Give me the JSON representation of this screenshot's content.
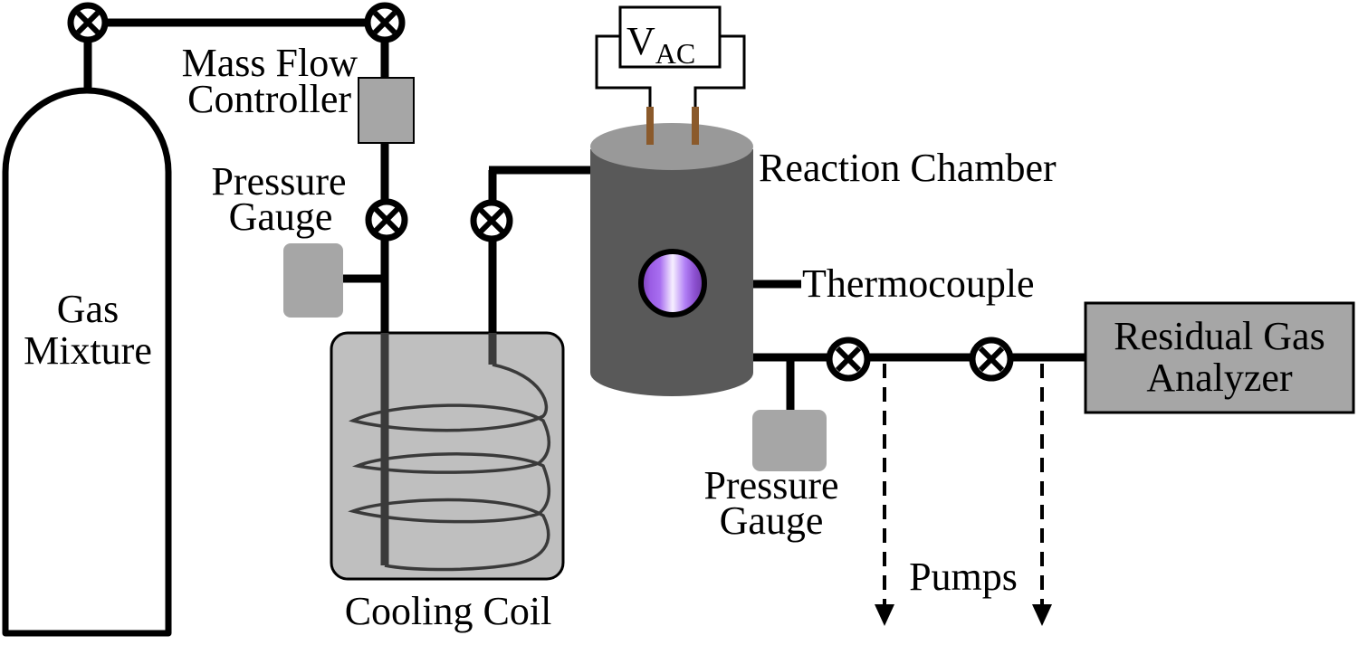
{
  "diagram": {
    "type": "experimental-apparatus-schematic",
    "colors": {
      "pipe": "#000000",
      "component_gray": "#a6a6a6",
      "chamber_body": "#595959",
      "chamber_top": "#999999",
      "coil_bath": "#bfbfbf",
      "coil_tube": "#3a3a3a",
      "electrode": "#8b5a2b",
      "viewport_plasma": "#9b59e6"
    },
    "components": {
      "gas_cylinder": {
        "label_line1": "Gas",
        "label_line2": "Mixture"
      },
      "mass_flow_controller": {
        "label_line1": "Mass Flow",
        "label_line2": "Controller"
      },
      "pressure_gauge_inlet": {
        "label_line1": "Pressure",
        "label_line2": "Gauge"
      },
      "cooling_coil": {
        "label": "Cooling Coil"
      },
      "power_supply": {
        "label_main": "V",
        "label_sub": "AC"
      },
      "reaction_chamber": {
        "label": "Reaction Chamber"
      },
      "thermocouple": {
        "label": "Thermocouple"
      },
      "pressure_gauge_outlet": {
        "label_line1": "Pressure",
        "label_line2": "Gauge"
      },
      "pumps": {
        "label": "Pumps"
      },
      "rga": {
        "label_line1": "Residual Gas",
        "label_line2": "Analyzer"
      }
    },
    "valves": [
      {
        "id": "valve-cylinder-top"
      },
      {
        "id": "valve-mfc-top"
      },
      {
        "id": "valve-mfc-bottom"
      },
      {
        "id": "valve-coil-outlet"
      },
      {
        "id": "valve-outlet-1"
      },
      {
        "id": "valve-outlet-2"
      }
    ],
    "connections": [
      "Gas Mixture -> valve -> valve -> Mass Flow Controller",
      "Mass Flow Controller -> valve -> Pressure Gauge tap -> Cooling Coil",
      "Cooling Coil -> valve -> Reaction Chamber",
      "Reaction Chamber -> Pressure Gauge tap -> valve -> Pumps tap -> valve -> Pumps tap -> Residual Gas Analyzer",
      "V_AC -> electrodes -> Reaction Chamber",
      "Thermocouple -> Reaction Chamber"
    ]
  }
}
